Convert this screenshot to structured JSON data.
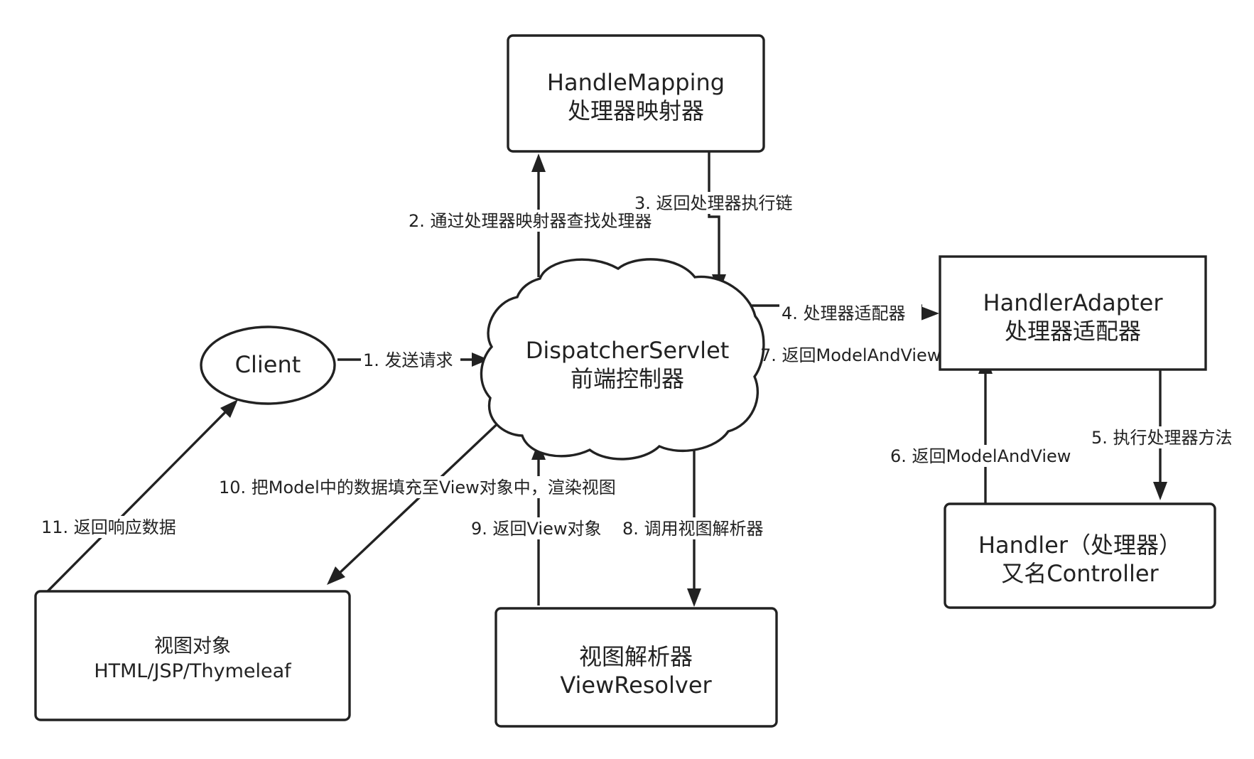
{
  "nodes": {
    "handle_mapping": {
      "line1": "HandleMapping",
      "line2": "处理器映射器"
    },
    "dispatcher": {
      "line1": "DispatcherServlet",
      "line2": "前端控制器"
    },
    "client": {
      "label": "Client"
    },
    "handler_adapter": {
      "line1": "HandlerAdapter",
      "line2": "处理器适配器"
    },
    "handler": {
      "line1": "Handler（处理器）",
      "line2": "又名Controller"
    },
    "view_resolver": {
      "line1": "视图解析器",
      "line2": "ViewResolver"
    },
    "view": {
      "line1": "视图对象",
      "line2": "HTML/JSP/Thymeleaf"
    }
  },
  "edges": {
    "e1": "1. 发送请求",
    "e2": "2. 通过处理器映射器查找处理器",
    "e3": "3. 返回处理器执行链",
    "e4": "4. 处理器适配器",
    "e5": "5. 执行处理器方法",
    "e6": "6. 返回ModelAndView",
    "e7": "7. 返回ModelAndView",
    "e8": "8. 调用视图解析器",
    "e9": "9. 返回View对象",
    "e10": "10. 把Model中的数据填充至View对象中，渲染视图",
    "e11": "11. 返回响应数据"
  }
}
